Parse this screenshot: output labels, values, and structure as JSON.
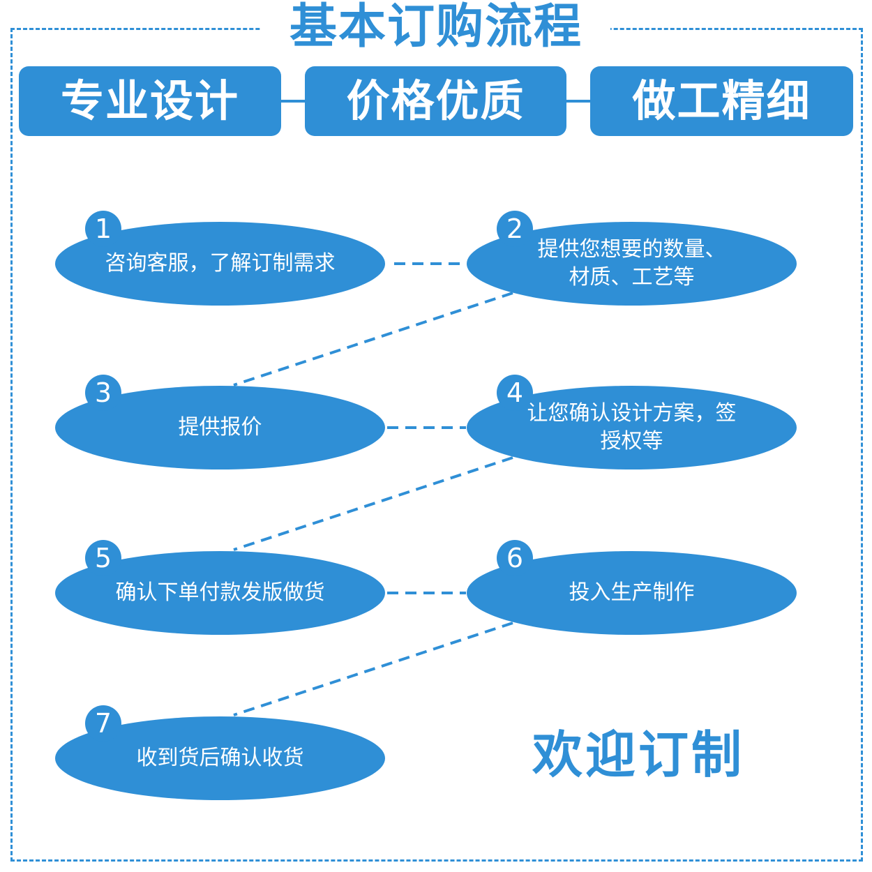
{
  "title": "基本订购流程",
  "banners": [
    "专业设计",
    "价格优质",
    "做工精细"
  ],
  "steps": [
    {
      "num": "1",
      "text": "咨询客服，了解订制需求"
    },
    {
      "num": "2",
      "text": "提供您想要的数量、\n材质、工艺等"
    },
    {
      "num": "3",
      "text": "提供报价"
    },
    {
      "num": "4",
      "text": "让您确认设计方案，签\n授权等"
    },
    {
      "num": "5",
      "text": "确认下单付款发版做货"
    },
    {
      "num": "6",
      "text": "投入生产制作"
    },
    {
      "num": "7",
      "text": "收到货后确认收货"
    }
  ],
  "welcome": "欢迎订制",
  "colors": {
    "accent": "#2f8fd6",
    "background": "#ffffff"
  }
}
